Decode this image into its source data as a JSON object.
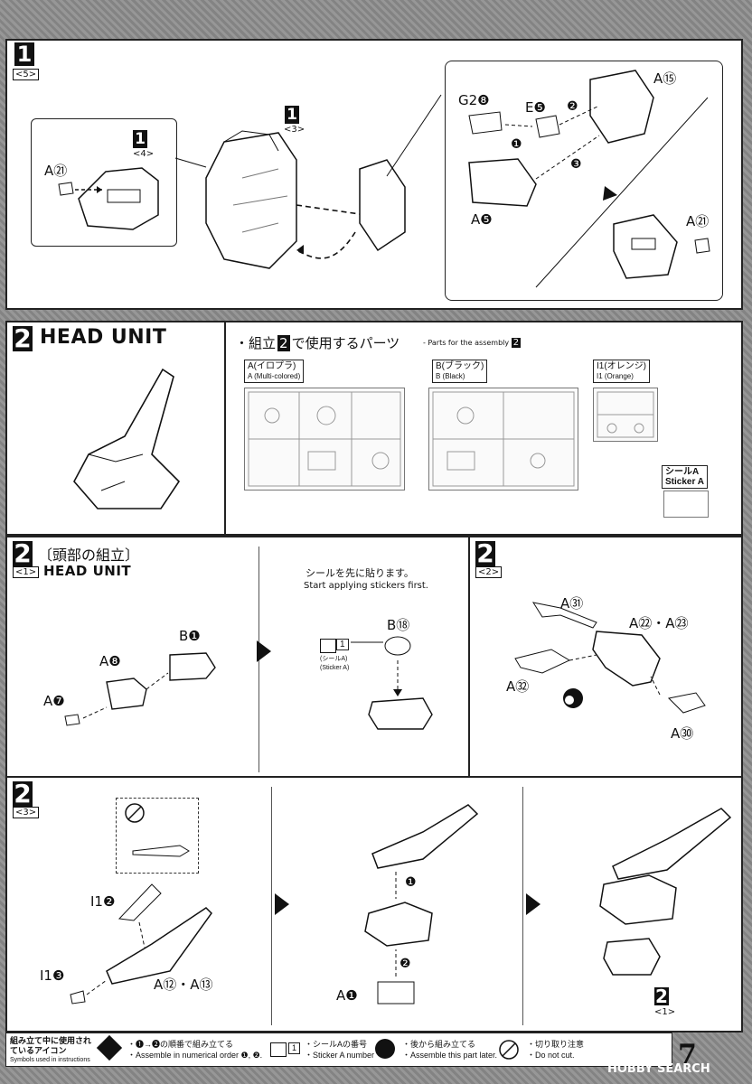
{
  "page_number": "7",
  "watermark": "HOBBY SEARCH",
  "step1": {
    "num": "1",
    "sub": "<5>",
    "inset_left": {
      "num": "1",
      "sub": "<4>",
      "part": "A㉑"
    },
    "center": {
      "num": "1",
      "sub": "<3>"
    },
    "inset_right": {
      "parts": [
        "G2❽",
        "E❺",
        "A⑮",
        "A❺",
        "A㉑"
      ],
      "order": [
        "❶",
        "❷",
        "❸"
      ]
    }
  },
  "step2_head": {
    "num": "2",
    "title": "HEAD UNIT",
    "parts_heading": "・組立",
    "parts_heading_num": "2",
    "parts_heading_rest": "で使用するパーツ",
    "parts_heading_en": "- Parts for the assembly",
    "parts_heading_en_num": "2",
    "runners": [
      {
        "jp": "A(イロプラ)",
        "en": "A (Multi-colored)"
      },
      {
        "jp": "B(ブラック)",
        "en": "B (Black)"
      },
      {
        "jp": "I1(オレンジ)",
        "en": "I1 (Orange)"
      }
    ],
    "sticker": {
      "jp": "シールA",
      "en": "Sticker A"
    }
  },
  "step2_1": {
    "num": "2",
    "sub": "<1>",
    "jp_title": "〔頭部の組立〕",
    "title": "HEAD UNIT",
    "parts": [
      "B❶",
      "A❽",
      "A❼"
    ],
    "note_jp": "シールを先に貼ります。",
    "note_en": "Start applying stickers first.",
    "sticker_jp": "(シールA)",
    "sticker_en": "(Sticker A)",
    "sticker_num": "1",
    "part2": "B⑱"
  },
  "step2_2": {
    "num": "2",
    "sub": "<2>",
    "parts": [
      "A㉛",
      "A㉒・A㉓",
      "A㉜",
      "A㉚"
    ]
  },
  "step2_3": {
    "num": "2",
    "sub": "<3>",
    "parts": [
      "I1❷",
      "I1❸",
      "A⑫・A⑬",
      "A❶"
    ],
    "order": [
      "❶",
      "❷"
    ],
    "final": {
      "num": "2",
      "sub": "<1>"
    }
  },
  "legend": {
    "title_jp": "組み立て中に使用されているアイコン",
    "title_en": "Symbols used in instructions",
    "items": [
      {
        "jp": "・❶→❷の順番で組み立てる",
        "en": "・Assemble in numerical order ❶, ❷."
      },
      {
        "jp": "・シールAの番号",
        "en": "・Sticker A number"
      },
      {
        "jp": "・後から組み立てる",
        "en": "・Assemble this part later."
      },
      {
        "jp": "・切り取り注意",
        "en": "・Do not cut."
      }
    ],
    "sticker_num": "1"
  }
}
